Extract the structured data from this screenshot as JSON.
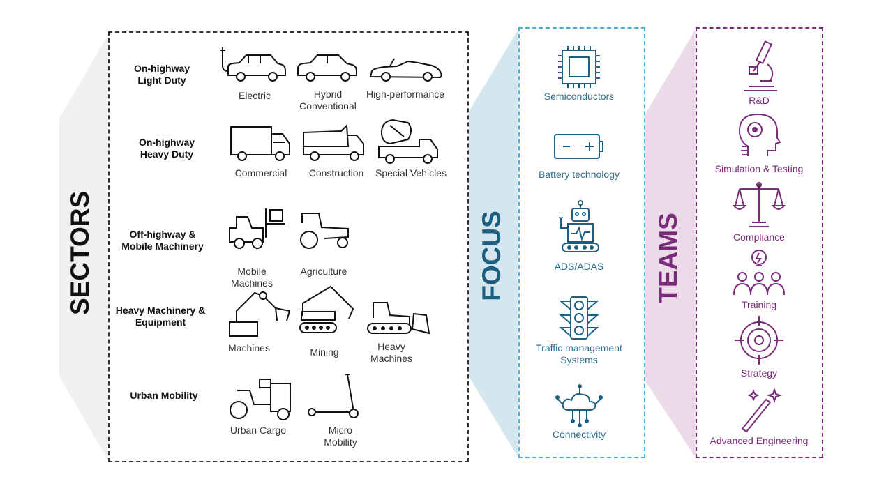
{
  "sections": {
    "sectors_title": "SECTORS",
    "focus_title": "FOCUS",
    "teams_title": "TEAMS"
  },
  "colors": {
    "sectors_accent": "#111111",
    "focus_accent": "#1c5f83",
    "teams_accent": "#7a2a7a",
    "focus_band": "#d4e7ef",
    "teams_band": "#ecdbe8",
    "sectors_band": "#f0f0f0"
  },
  "sectors": [
    {
      "label": "On-highway\nLight Duty",
      "items": [
        "Electric",
        "Hybrid\nConventional",
        "High-performance"
      ]
    },
    {
      "label": "On-highway\nHeavy Duty",
      "items": [
        "Commercial",
        "Construction",
        "Special Vehicles"
      ]
    },
    {
      "label": "Off-highway &\nMobile Machinery",
      "items": [
        "Mobile\nMachines",
        "Agriculture"
      ]
    },
    {
      "label": "Heavy Machinery &\nEquipment",
      "items": [
        "Machines",
        "Mining",
        "Heavy\nMachines"
      ]
    },
    {
      "label": "Urban Mobility",
      "items": [
        "Urban Cargo",
        "Micro\nMobility"
      ]
    }
  ],
  "focus": [
    {
      "label": "Semiconductors",
      "icon": "chip-icon"
    },
    {
      "label": "Battery technology",
      "icon": "battery-icon"
    },
    {
      "label": "ADS/ADAS",
      "icon": "robot-icon"
    },
    {
      "label": "Traffic management\nSystems",
      "icon": "traffic-light-icon"
    },
    {
      "label": "Connectivity",
      "icon": "cloud-network-icon"
    }
  ],
  "teams": [
    {
      "label": "R&D",
      "icon": "microscope-icon"
    },
    {
      "label": "Simulation & Testing",
      "icon": "head-gear-icon"
    },
    {
      "label": "Compliance",
      "icon": "scales-icon"
    },
    {
      "label": "Training",
      "icon": "team-idea-icon"
    },
    {
      "label": "Strategy",
      "icon": "target-icon"
    },
    {
      "label": "Advanced Engineering",
      "icon": "magic-wand-icon"
    }
  ]
}
